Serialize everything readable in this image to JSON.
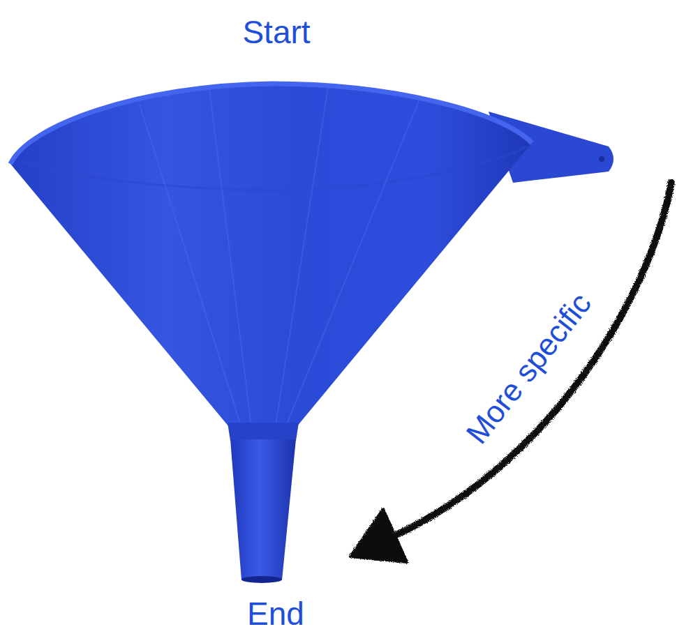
{
  "diagram": {
    "labels": [
      "Start",
      "End",
      "More specific"
    ]
  }
}
